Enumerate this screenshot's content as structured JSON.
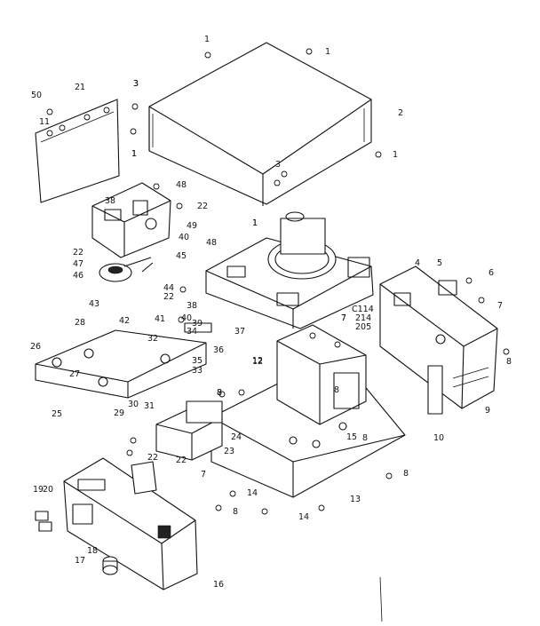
{
  "labels": [
    "1",
    "1",
    "2",
    "3",
    "50",
    "21",
    "11",
    "1",
    "3",
    "1",
    "1",
    "48",
    "38",
    "22",
    "49",
    "48",
    "40",
    "45",
    "22",
    "47",
    "46",
    "44",
    "22",
    "43",
    "38",
    "42",
    "41",
    "40",
    "39",
    "28",
    "34",
    "32",
    "37",
    "36",
    "26",
    "35",
    "33",
    "27",
    "25",
    "29",
    "30",
    "31",
    "12",
    "8",
    "C114",
    "214",
    "205",
    "7",
    "4",
    "5",
    "6",
    "7",
    "8",
    "9",
    "10",
    "24",
    "23",
    "22",
    "22",
    "7",
    "19",
    "20",
    "14",
    "8",
    "8",
    "13",
    "14",
    "17",
    "18",
    "16",
    "12",
    "8",
    "15",
    "8",
    "8",
    "3",
    "7",
    "1",
    "1"
  ]
}
